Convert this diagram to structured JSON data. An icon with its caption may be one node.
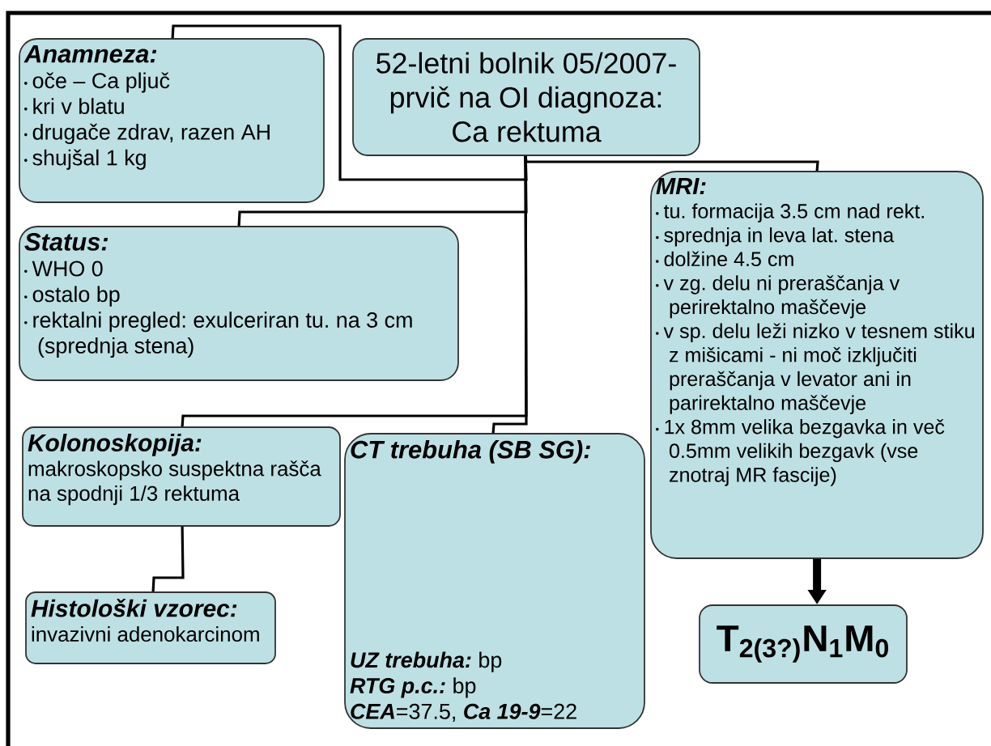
{
  "diagram": {
    "nodes": [
      {
        "text": [
          "52-letni bolnik 05/2007- prvič na OI diagnoza: Ca rektuma"
        ]
      },
      {
        "text": [
          "Anamneza:",
          "oče – Ca pljuč",
          "kri v blatu",
          "drugače zdrav, razen AH",
          "shujšal 1 kg"
        ]
      },
      {
        "text": [
          "Status:",
          "WHO 0",
          "ostalo bp",
          "rektalni pregled: exulceriran tu. na 3 cm (sprednja stena)"
        ]
      },
      {
        "text": [
          "MRI:",
          "tu. formacija 3.5 cm nad rekt.",
          "sprednja in leva lat. stena",
          "dolžine 4.5 cm",
          "v zg. delu ni preraščanja v perirektalno maščevje",
          "v sp. delu leži nizko v tesnem stiku z mišicami - ni moč izključiti preraščanja v levator ani in parirektalno maščevje",
          "1x 8mm velika bezgavka in več 0.5mm velikih bezgavk (vse znotraj MR fascije)"
        ]
      },
      {
        "text": [
          "Kolonoskopija:",
          "makroskopsko suspektna rašča na spodnji 1/3 rektuma"
        ]
      },
      {
        "text": [
          "CT trebuha (SB SG):",
          "**UZ trebuha:** bp",
          "**RTG p.c.:** bp",
          "**CEA**=37.5, **Ca 19-9**=22"
        ]
      },
      {
        "text": [
          "Histološki vzorec:",
          "invazivni adenokarcinom"
        ]
      },
      {
        "text": [
          "T$_{2(3?)}$N$_{1}$M$_{0}$"
        ]
      }
    ],
    "edges": [
      {
        "from": 0,
        "to": 1,
        "arrow": "none"
      },
      {
        "from": 0,
        "to": 2,
        "arrow": "none"
      },
      {
        "from": 0,
        "to": 3,
        "arrow": "none"
      },
      {
        "from": 0,
        "to": 4,
        "arrow": "none"
      },
      {
        "from": 0,
        "to": 5,
        "arrow": "none"
      },
      {
        "from": 4,
        "to": 6,
        "arrow": "none"
      },
      {
        "from": 3,
        "to": 7,
        "arrow": "to",
        "style": "thick"
      }
    ]
  }
}
